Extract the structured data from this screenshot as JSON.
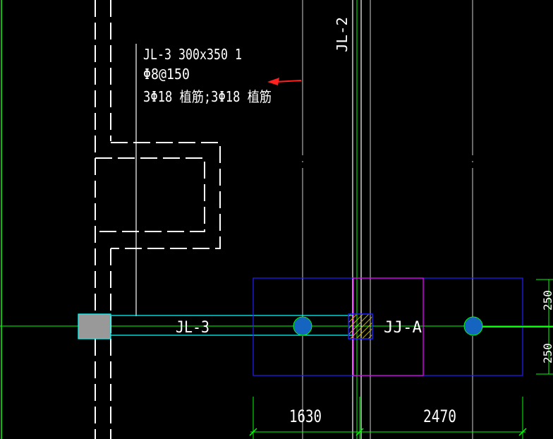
{
  "canvas": {
    "background": "#000000",
    "colors": {
      "white": "#ffffff",
      "green": "#00ff00",
      "cyan": "#00ffff",
      "blue": "#0000ff",
      "magenta": "#ff00ff",
      "red": "#ff2020",
      "column_fill": "#999999",
      "rebar_fill": "#1565c0"
    }
  },
  "annotation": {
    "line1": "JL-3 300x350 1",
    "line2": "Φ8@150",
    "line3": "3Φ18  植筋;3Φ18  植筋"
  },
  "labels": {
    "beam_vertical": "JL-2",
    "beam_horizontal": "JL-3",
    "footing": "JJ-A"
  },
  "dimensions": {
    "left_span": "1630",
    "right_span": "2470",
    "right_top_partial": "250",
    "right_bottom_partial": "250"
  },
  "icons": {
    "arrow": "arrow-left-icon",
    "column": "column-block-icon",
    "rebar": "rebar-dot-icon",
    "hatch": "hatch-block-icon"
  }
}
